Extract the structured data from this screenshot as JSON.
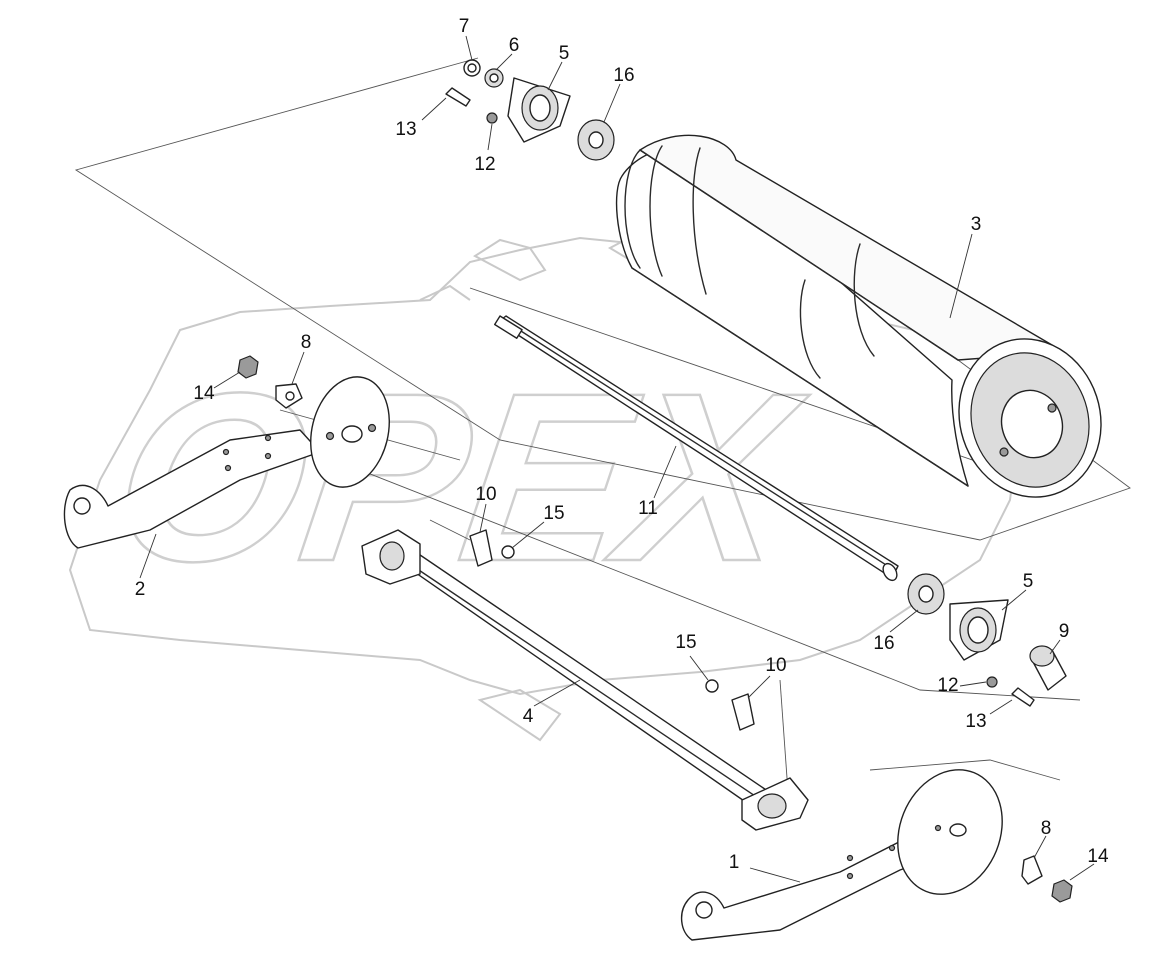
{
  "watermark": {
    "text": "OPEX"
  },
  "callouts": [
    {
      "id": "c7a",
      "label": "7"
    },
    {
      "id": "c6a",
      "label": "6"
    },
    {
      "id": "c5a",
      "label": "5"
    },
    {
      "id": "c16a",
      "label": "16"
    },
    {
      "id": "c13a",
      "label": "13"
    },
    {
      "id": "c12a",
      "label": "12"
    },
    {
      "id": "c3",
      "label": "3"
    },
    {
      "id": "c8a",
      "label": "8"
    },
    {
      "id": "c14a",
      "label": "14"
    },
    {
      "id": "c2",
      "label": "2"
    },
    {
      "id": "c10a",
      "label": "10"
    },
    {
      "id": "c15a",
      "label": "15"
    },
    {
      "id": "c11",
      "label": "11"
    },
    {
      "id": "c5b",
      "label": "5"
    },
    {
      "id": "c9",
      "label": "9"
    },
    {
      "id": "c16b",
      "label": "16"
    },
    {
      "id": "c15b",
      "label": "15"
    },
    {
      "id": "c10b",
      "label": "10"
    },
    {
      "id": "c12b",
      "label": "12"
    },
    {
      "id": "c13b",
      "label": "13"
    },
    {
      "id": "c4",
      "label": "4"
    },
    {
      "id": "c8b",
      "label": "8"
    },
    {
      "id": "c14b",
      "label": "14"
    },
    {
      "id": "c1",
      "label": "1"
    }
  ]
}
